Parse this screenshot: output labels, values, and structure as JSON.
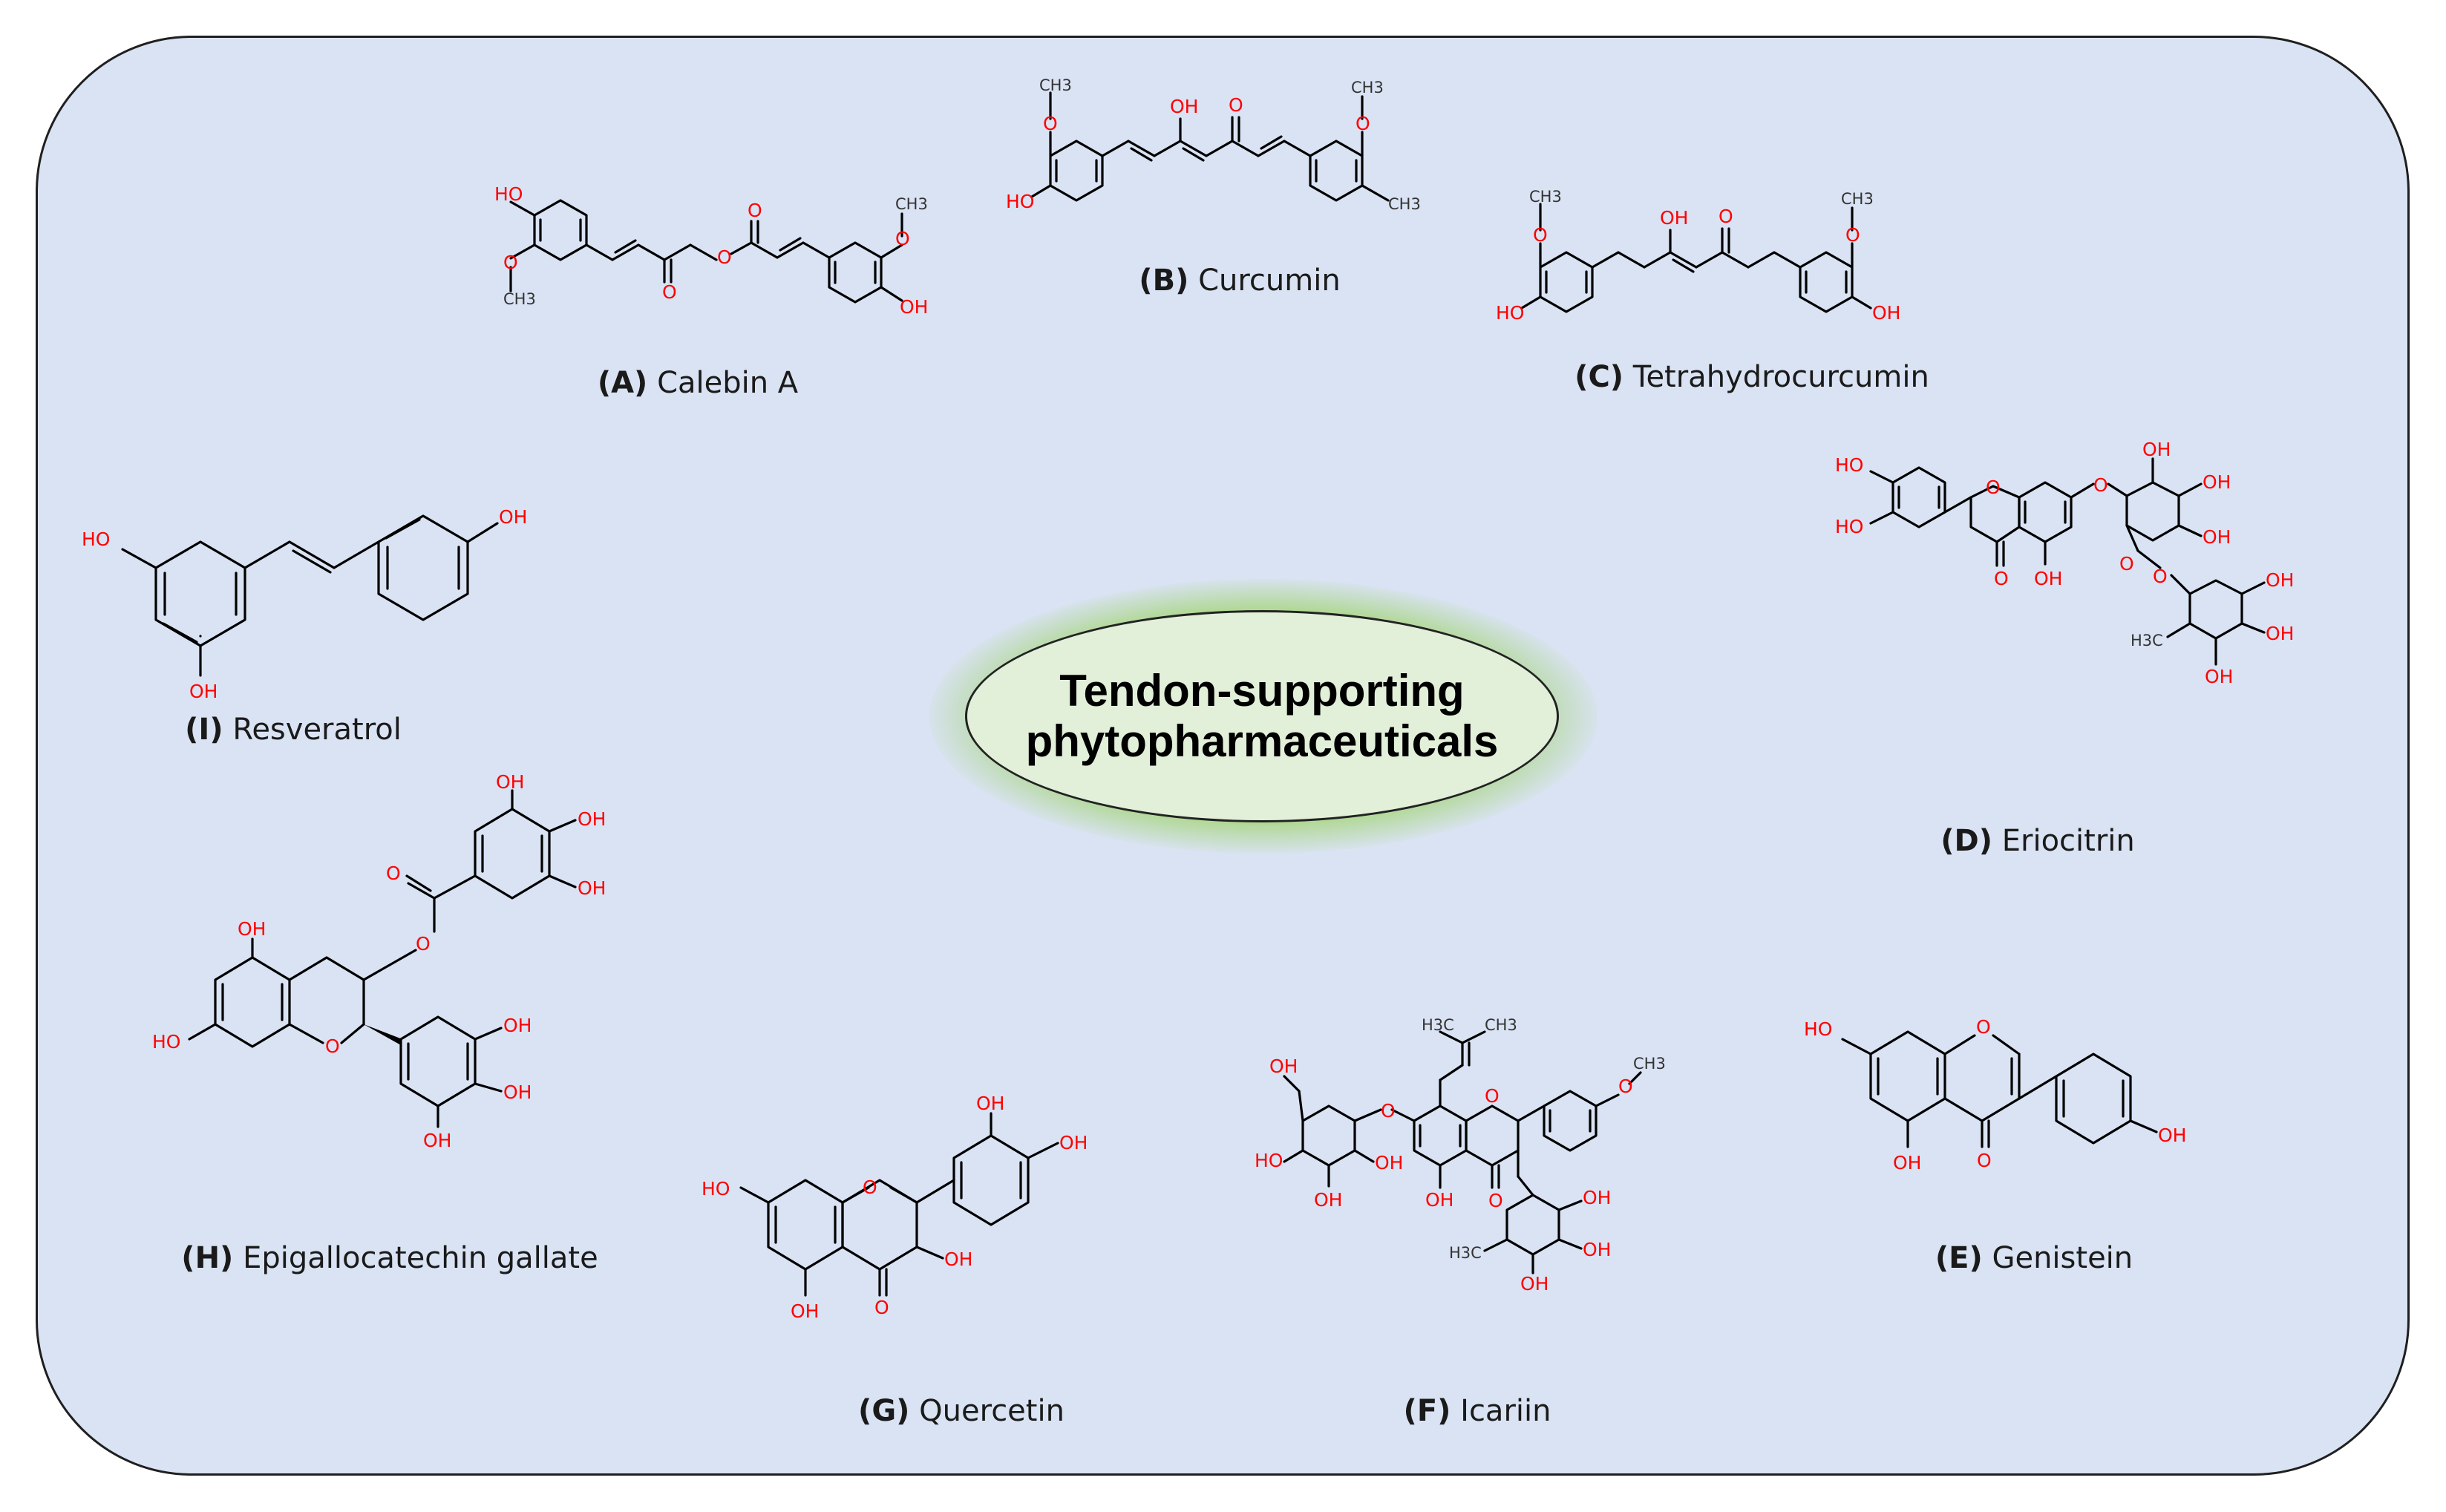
{
  "title": {
    "line1": "Tendon-supporting",
    "line2": "phytopharmaceuticals"
  },
  "compounds": [
    {
      "code": "(A)",
      "name": "Calebin A"
    },
    {
      "code": "(B)",
      "name": "Curcumin"
    },
    {
      "code": "(C)",
      "name": "Tetrahydrocurcumin"
    },
    {
      "code": "(D)",
      "name": "Eriocitrin"
    },
    {
      "code": "(E)",
      "name": "Genistein"
    },
    {
      "code": "(F)",
      "name": "Icariin"
    },
    {
      "code": "(G)",
      "name": "Quercetin"
    },
    {
      "code": "(H)",
      "name": "Epigallocatechin gallate"
    },
    {
      "code": "(I)",
      "name": "Resveratrol"
    }
  ],
  "atoms": {
    "oh": "OH",
    "ho": "HO",
    "o": "O",
    "ch3": "CH3",
    "h3c": "H3C"
  },
  "colors": {
    "panel_fill": "#dae3f3",
    "ellipse_fill": "#e2efd9",
    "glow": "#92d050",
    "heteroatom": "#ff0000"
  }
}
